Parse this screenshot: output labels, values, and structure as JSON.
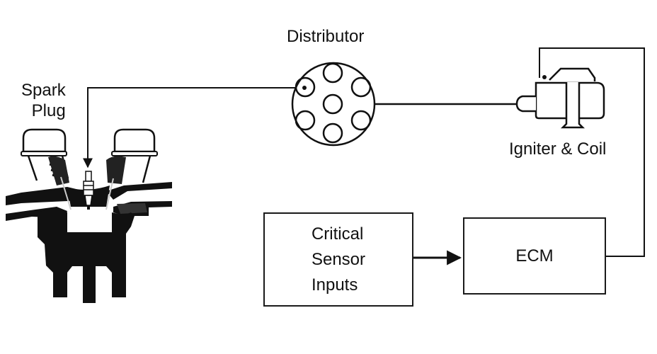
{
  "diagram": {
    "title": "Ignition System Block Diagram",
    "colors": {
      "line": "#1a1a1a",
      "fill": "#111111",
      "background": "#ffffff"
    },
    "labels": {
      "spark_plug_line1": "Spark",
      "spark_plug_line2": "Plug",
      "distributor": "Distributor",
      "igniter_coil": "Igniter & Coil"
    },
    "blocks": {
      "sensor_inputs": {
        "lines": [
          "Critical",
          "Sensor",
          "Inputs"
        ]
      },
      "ecm": {
        "label": "ECM"
      }
    },
    "components": {
      "engine": "engine-cylinder-icon",
      "distributor": "distributor-cap-icon",
      "igniter": "ignition-coil-icon"
    },
    "connections": [
      {
        "from": "Critical Sensor Inputs",
        "to": "ECM",
        "arrow": true
      },
      {
        "from": "ECM",
        "to": "Igniter & Coil",
        "arrow": false
      },
      {
        "from": "Igniter & Coil",
        "to": "Distributor",
        "arrow": true
      },
      {
        "from": "Distributor",
        "to": "Spark Plug",
        "arrow": true
      }
    ]
  }
}
